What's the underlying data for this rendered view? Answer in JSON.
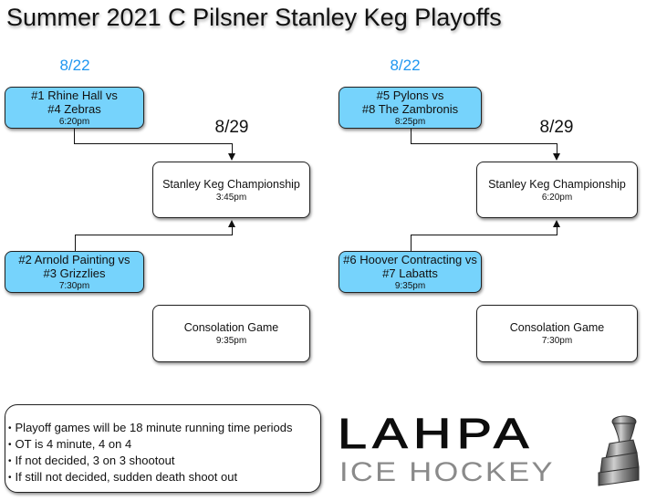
{
  "title": "Summer 2021 C Pilsner Stanley Keg Playoffs",
  "brackets": [
    {
      "round1_date": "8/22",
      "final_date": "8/29",
      "games": [
        {
          "line1": "#1 Rhine Hall vs",
          "line2": "#4 Zebras",
          "time": "6:20pm"
        },
        {
          "line1": "#2 Arnold Painting vs",
          "line2": "#3 Grizzlies",
          "time": "7:30pm"
        }
      ],
      "championship": {
        "label": "Stanley Keg Championship",
        "time": "3:45pm"
      },
      "consolation": {
        "label": "Consolation Game",
        "time": "9:35pm"
      }
    },
    {
      "round1_date": "8/22",
      "final_date": "8/29",
      "games": [
        {
          "line1": "#5 Pylons vs",
          "line2": "#8 The Zambronis",
          "time": "8:25pm"
        },
        {
          "line1": "#6 Hoover Contracting vs",
          "line2": "#7 Labatts",
          "time": "9:35pm"
        }
      ],
      "championship": {
        "label": "Stanley Keg Championship",
        "time": "6:20pm"
      },
      "consolation": {
        "label": "Consolation Game",
        "time": "7:30pm"
      }
    }
  ],
  "notes": [
    "Playoff games will be 18 minute running time periods",
    "OT is 4 minute, 4 on 4",
    "If not decided, 3 on 3 shootout",
    "If still not decided, sudden death shoot out"
  ],
  "logo": {
    "top": "LAHPA",
    "bottom": "ICE HOCKEY",
    "icon": "trophy-cup-icon"
  },
  "colors": {
    "game_box": "#76d3fc",
    "date_accent": "#1e96f0",
    "logo_gray": "#8a8a8a"
  }
}
